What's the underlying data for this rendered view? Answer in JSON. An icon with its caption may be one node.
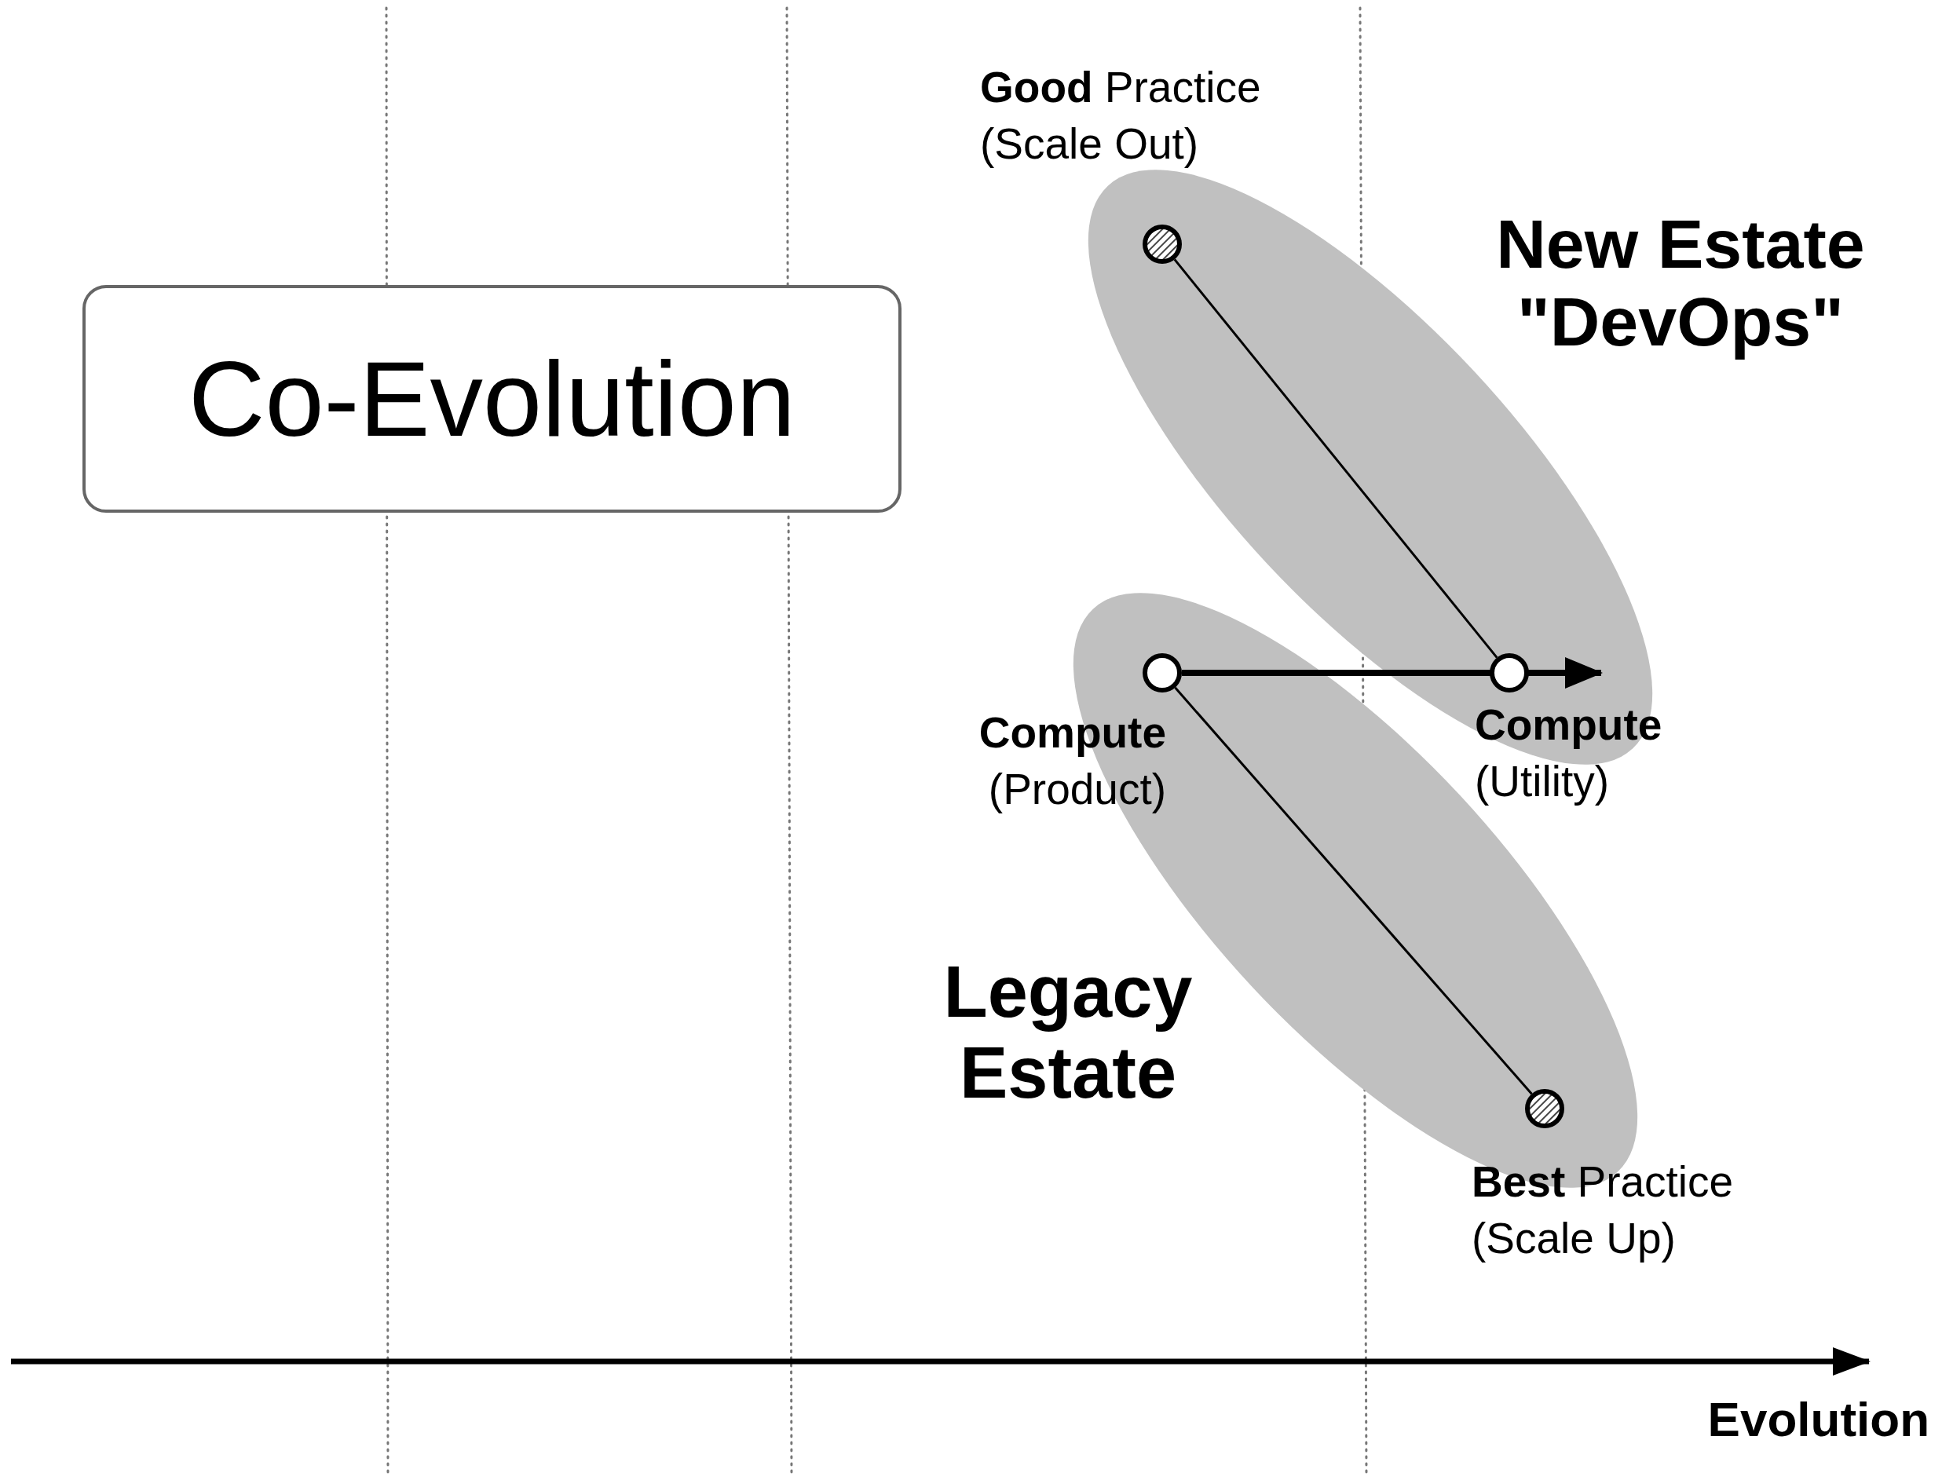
{
  "diagram": {
    "nodes": [
      {
        "text": [
          "Co-Evolution"
        ]
      },
      {
        "text": [
          "New Estate \"DevOps\""
        ]
      },
      {
        "text": [
          "Legacy Estate"
        ]
      },
      {
        "text": [],
        "shape": "circle",
        "in": 1,
        "beside": [
          "**Good** Practice (Scale Out)"
        ]
      },
      {
        "text": [],
        "shape": "circle",
        "in": 2,
        "beside": [
          "**Compute** (Product)"
        ]
      },
      {
        "text": [],
        "shape": "circle",
        "in": 1,
        "beside": [
          "**Compute** (Utility)"
        ]
      },
      {
        "text": [],
        "shape": "circle",
        "in": 2,
        "beside": [
          "**Best** Practice (Scale Up)"
        ]
      }
    ],
    "edges": [
      {
        "from": 3,
        "to": 5,
        "arrow": "none"
      },
      {
        "from": 4,
        "to": 6,
        "arrow": "none"
      },
      {
        "from": 4,
        "to": 5,
        "arrow": "to",
        "style": "thick"
      }
    ],
    "labels": [
      "Evolution"
    ]
  }
}
